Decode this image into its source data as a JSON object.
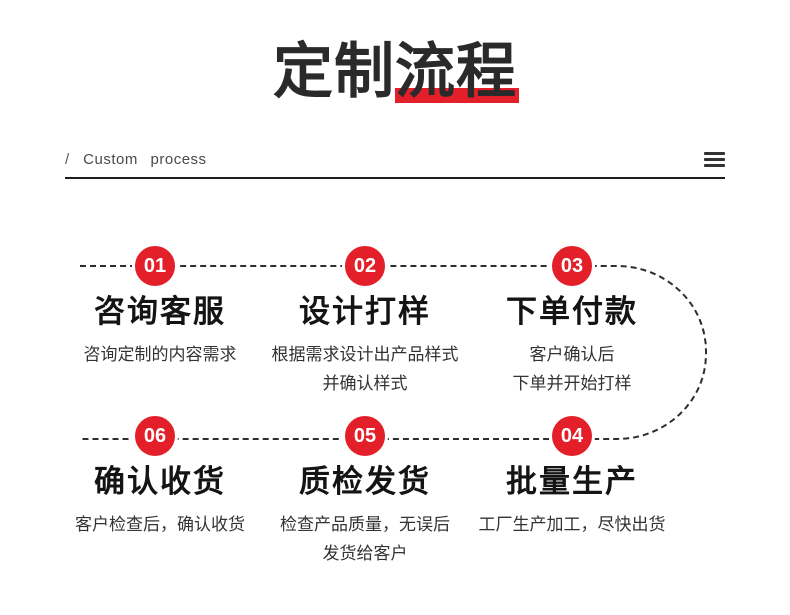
{
  "page": {
    "title": {
      "plain": "定制",
      "highlight": "流程"
    },
    "subheader": {
      "slash": "/",
      "label": "Custom process"
    }
  },
  "icons": {
    "menu": "hamburger-icon"
  },
  "colors": {
    "accent_red": "#e3202a",
    "divider_dark": "#1c1c1c",
    "dash_line": "#2e2e2e",
    "title_text": "#2a2a2a",
    "step_title_text": "#141414",
    "step_desc_text": "#333333"
  },
  "flow": {
    "steps": [
      {
        "num": "01",
        "title": "咨询客服",
        "desc1": "咨询定制的内容需求",
        "desc2": ""
      },
      {
        "num": "02",
        "title": "设计打样",
        "desc1": "根据需求设计出产品样式",
        "desc2": "并确认样式"
      },
      {
        "num": "03",
        "title": "下单付款",
        "desc1": "客户确认后",
        "desc2": "下单并开始打样"
      },
      {
        "num": "04",
        "title": "批量生产",
        "desc1": "工厂生产加工，尽快出货",
        "desc2": ""
      },
      {
        "num": "05",
        "title": "质检发货",
        "desc1": "检查产品质量，无误后",
        "desc2": "发货给客户"
      },
      {
        "num": "06",
        "title": "确认收货",
        "desc1": "客户检查后，确认收货",
        "desc2": ""
      }
    ]
  }
}
